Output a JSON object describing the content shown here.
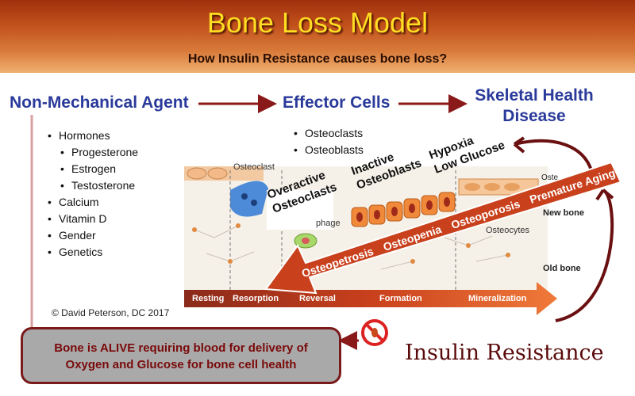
{
  "header": {
    "title": "Bone Loss Model",
    "subtitle": "How Insulin Resistance causes bone loss?"
  },
  "columns": {
    "agent_title": "Non-Mechanical Agent",
    "effector_title": "Effector Cells",
    "skeletal_title_1": "Skeletal Health",
    "skeletal_title_2": "Disease"
  },
  "agents": [
    {
      "label": "Hormones",
      "indent": 0
    },
    {
      "label": "Progesterone",
      "indent": 1
    },
    {
      "label": "Estrogen",
      "indent": 1
    },
    {
      "label": "Testosterone",
      "indent": 1
    },
    {
      "label": "Calcium",
      "indent": 0
    },
    {
      "label": "Vitamin D",
      "indent": 0
    },
    {
      "label": "Gender",
      "indent": 0
    },
    {
      "label": "Genetics",
      "indent": 0
    }
  ],
  "effectors": [
    "Osteoclasts",
    "Osteoblasts"
  ],
  "illustration": {
    "osteoclast_label": "Osteoclast",
    "phagocyte_label": "phage",
    "osteocytes_label": "Osteocytes",
    "osteo_partial_label": "Oste",
    "new_bone_label": "New bone",
    "old_bone_label": "Old bone"
  },
  "phases": [
    "Resting",
    "Resorption",
    "Reversal",
    "Formation",
    "Mineralization"
  ],
  "overlays": {
    "overactive_1": "Overactive",
    "overactive_2": "Osteoclasts",
    "inactive_1": "Inactive",
    "inactive_2": "Osteoblasts",
    "hypoxia_1": "Hypoxia",
    "hypoxia_2": "Low Glucose"
  },
  "disease_arrow": [
    "Osteopetrosis",
    "Osteopenia",
    "Osteoporosis",
    "Premature Aging"
  ],
  "copyright": "© David Peterson, DC 2017",
  "callout": {
    "line1": "Bone is ALIVE requiring blood for delivery of",
    "line2": "Oxygen and Glucose for bone cell health"
  },
  "insulin": "Insulin Resistance",
  "colors": {
    "header_dark": "#a0300c",
    "title_yellow": "#ffdd22",
    "heading_blue": "#2a3a9a",
    "arrow_dark_red": "#8a1a1a",
    "diagonal_arrow": "#cc3a10",
    "callout_gray": "#a9a9a9",
    "no_sign_red": "#dd2222"
  }
}
